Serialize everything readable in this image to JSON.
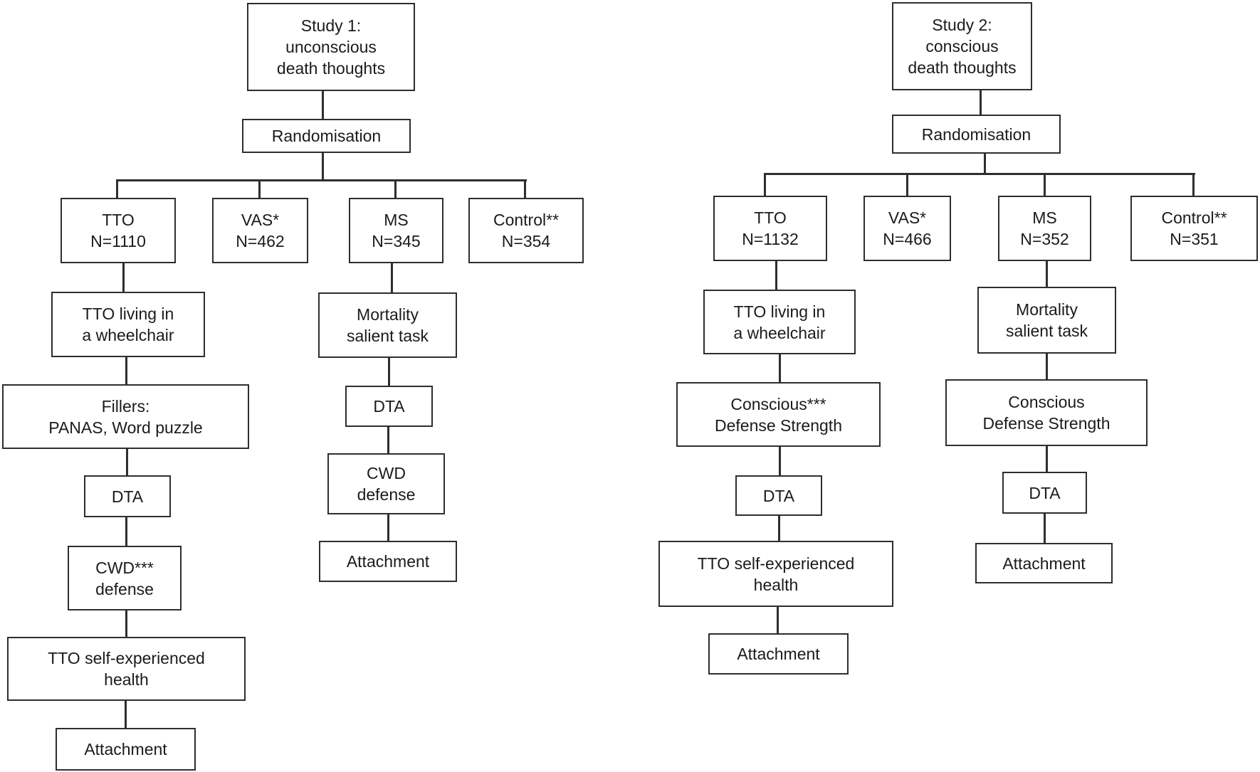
{
  "study1": {
    "title": "Study 1:\nunconscious\ndeath thoughts",
    "randomisation": "Randomisation",
    "arms": {
      "tto": "TTO\nN=1110",
      "vas": "VAS*\nN=462",
      "ms": "MS\nN=345",
      "control": "Control**\nN=354"
    },
    "tto_chain": {
      "wheelchair": "TTO living in\na wheelchair",
      "fillers": "Fillers:\nPANAS, Word puzzle",
      "dta": "DTA",
      "cwd": "CWD***\ndefense",
      "health": "TTO self-experienced\nhealth",
      "attachment": "Attachment"
    },
    "ms_chain": {
      "mortality": "Mortality\nsalient task",
      "dta": "DTA",
      "cwd": "CWD\ndefense",
      "attachment": "Attachment"
    }
  },
  "study2": {
    "title": "Study 2:\nconscious\ndeath thoughts",
    "randomisation": "Randomisation",
    "arms": {
      "tto": "TTO\nN=1132",
      "vas": "VAS*\nN=466",
      "ms": "MS\nN=352",
      "control": "Control**\nN=351"
    },
    "tto_chain": {
      "wheelchair": "TTO living in\na wheelchair",
      "conscious": "Conscious***\nDefense Strength",
      "dta": "DTA",
      "health": "TTO self-experienced\nhealth",
      "attachment": "Attachment"
    },
    "ms_chain": {
      "mortality": "Mortality\nsalient task",
      "conscious": "Conscious\nDefense Strength",
      "dta": "DTA",
      "attachment": "Attachment"
    }
  },
  "colors": {
    "line": "#2e2e2e",
    "text": "#1b1b1b",
    "background": "#ffffff"
  }
}
